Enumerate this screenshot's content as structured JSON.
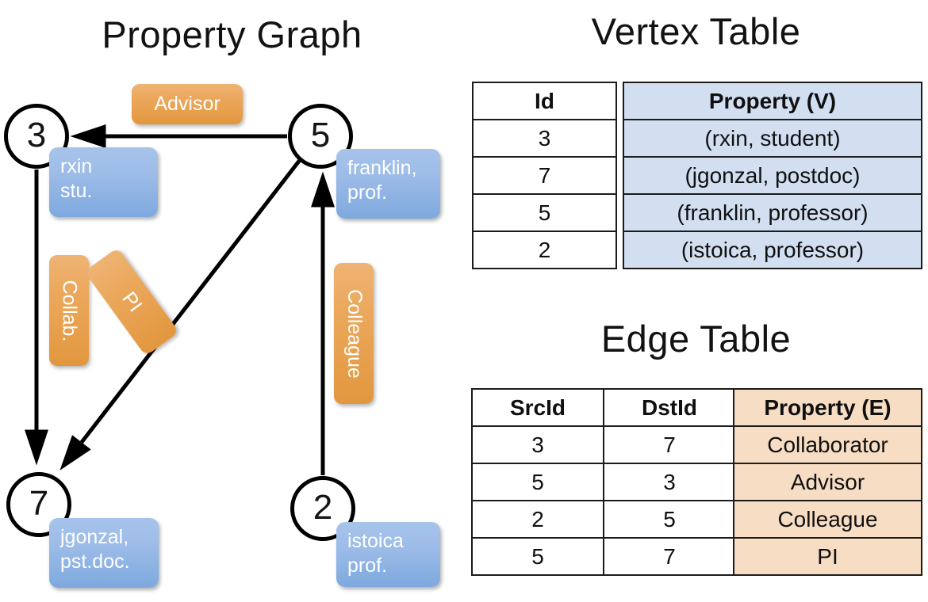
{
  "titles": {
    "property_graph": "Property Graph",
    "vertex_table": "Vertex Table",
    "edge_table": "Edge Table"
  },
  "colors": {
    "vertex_property_fill": "#d2dff1",
    "edge_property_fill": "#f6ddc4",
    "vertex_box_fill": "#9dbce8",
    "edge_label_fill": "#eba85c",
    "stroke": "#000000"
  },
  "graph": {
    "nodes": [
      {
        "id": "3",
        "property_lines": [
          "rxin",
          "stu."
        ]
      },
      {
        "id": "5",
        "property_lines": [
          "franklin,",
          "prof."
        ]
      },
      {
        "id": "7",
        "property_lines": [
          "jgonzal,",
          "pst.doc."
        ]
      },
      {
        "id": "2",
        "property_lines": [
          "istoica",
          "prof."
        ]
      }
    ],
    "edge_labels": [
      {
        "name": "advisor-label",
        "text": "Advisor"
      },
      {
        "name": "collab-label",
        "text": "Collab."
      },
      {
        "name": "pi-label",
        "text": "PI"
      },
      {
        "name": "colleague-label",
        "text": "Colleague"
      }
    ],
    "edges": [
      {
        "src": "5",
        "dst": "3",
        "label": "Advisor"
      },
      {
        "src": "3",
        "dst": "7",
        "label": "Collab."
      },
      {
        "src": "5",
        "dst": "7",
        "label": "PI"
      },
      {
        "src": "2",
        "dst": "5",
        "label": "Colleague"
      }
    ]
  },
  "vertex_table": {
    "headers": {
      "id": "Id",
      "property": "Property (V)"
    },
    "rows": [
      {
        "id": "3",
        "property": "(rxin, student)"
      },
      {
        "id": "7",
        "property": "(jgonzal, postdoc)"
      },
      {
        "id": "5",
        "property": "(franklin, professor)"
      },
      {
        "id": "2",
        "property": "(istoica, professor)"
      }
    ]
  },
  "edge_table": {
    "headers": {
      "src": "SrcId",
      "dst": "DstId",
      "property": "Property (E)"
    },
    "rows": [
      {
        "src": "3",
        "dst": "7",
        "property": "Collaborator"
      },
      {
        "src": "5",
        "dst": "3",
        "property": "Advisor"
      },
      {
        "src": "2",
        "dst": "5",
        "property": "Colleague"
      },
      {
        "src": "5",
        "dst": "7",
        "property": "PI"
      }
    ]
  }
}
